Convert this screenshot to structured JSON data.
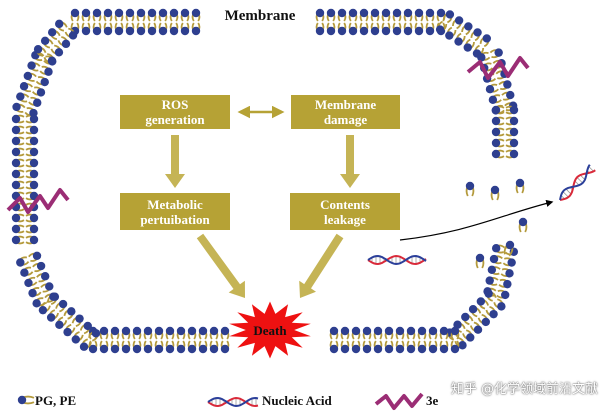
{
  "title": "Membrane",
  "boxes": {
    "ros": "ROS\ngeneration",
    "membrane_damage": "Membrane\ndamage",
    "metabolic": "Metabolic\npertuibation",
    "contents": "Contents\nleakage"
  },
  "death": "Death",
  "legend": {
    "lipid": "PG, PE",
    "nucleic": "Nucleic Acid",
    "compound": "3e"
  },
  "watermark": "知乎 @化学领域前沿文献",
  "colors": {
    "box": "#b6a235",
    "arrow": "#c5b455",
    "lipid_head": "#2e3f8f",
    "lipid_tail": "#b49a3c",
    "death_fill": "#ee1111",
    "compound": "#9b2d75",
    "dna_red": "#d92a3a",
    "dna_blue": "#2b3f9a"
  }
}
